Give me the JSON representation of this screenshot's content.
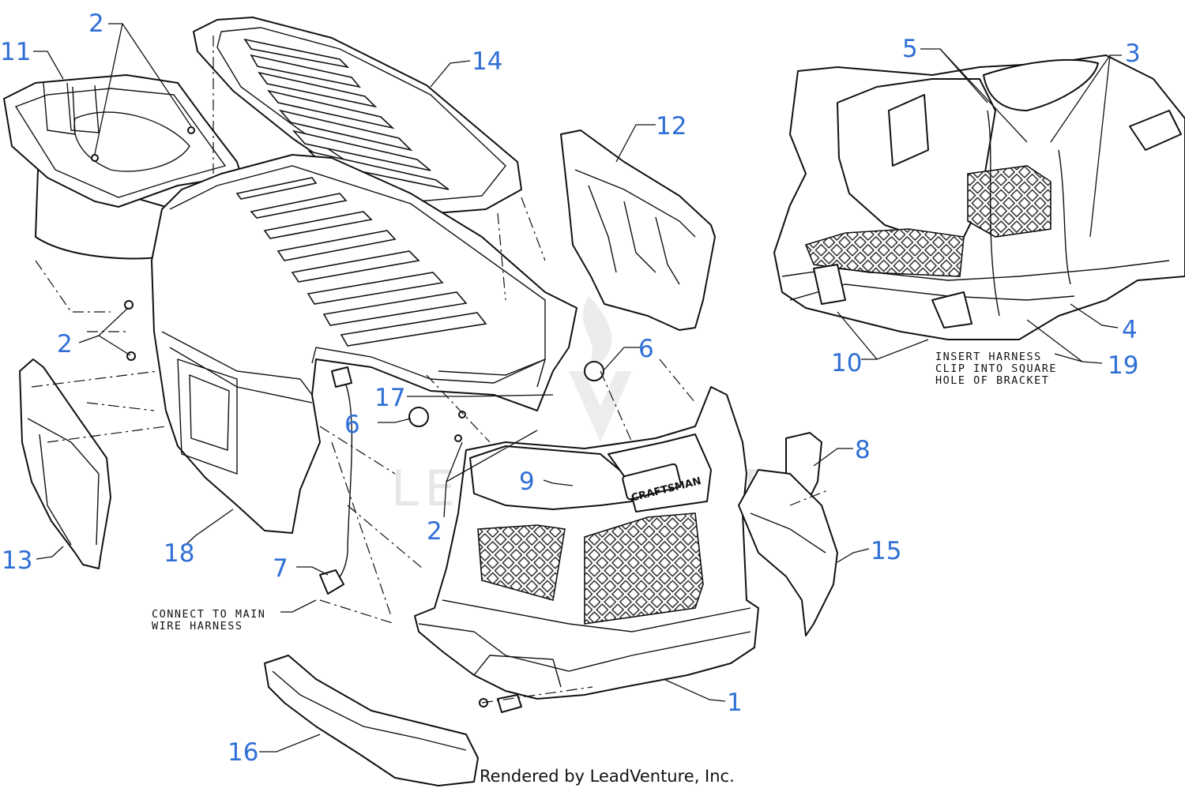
{
  "callouts": [
    {
      "id": "c1",
      "label": "1"
    },
    {
      "id": "c2a",
      "label": "2"
    },
    {
      "id": "c2b",
      "label": "2"
    },
    {
      "id": "c2c",
      "label": "2"
    },
    {
      "id": "c3",
      "label": "3"
    },
    {
      "id": "c4",
      "label": "4"
    },
    {
      "id": "c5",
      "label": "5"
    },
    {
      "id": "c6a",
      "label": "6"
    },
    {
      "id": "c6b",
      "label": "6"
    },
    {
      "id": "c7",
      "label": "7"
    },
    {
      "id": "c8",
      "label": "8"
    },
    {
      "id": "c9",
      "label": "9"
    },
    {
      "id": "c10",
      "label": "10"
    },
    {
      "id": "c11",
      "label": "11"
    },
    {
      "id": "c12",
      "label": "12"
    },
    {
      "id": "c13",
      "label": "13"
    },
    {
      "id": "c14",
      "label": "14"
    },
    {
      "id": "c15",
      "label": "15"
    },
    {
      "id": "c16",
      "label": "16"
    },
    {
      "id": "c17",
      "label": "17"
    },
    {
      "id": "c18",
      "label": "18"
    },
    {
      "id": "c19",
      "label": "19"
    }
  ],
  "notes": {
    "connect_line1": "CONNECT TO MAIN",
    "connect_line2": "WIRE HARNESS",
    "insert_line1": "INSERT HARNESS",
    "insert_line2": "CLIP INTO SQUARE",
    "insert_line3": "HOLE OF BRACKET"
  },
  "brand_badge": "CRAFTSMAN",
  "watermark": "LEADVENTURE",
  "footer": "Rendered by LeadVenture, Inc.",
  "colors": {
    "callout": "#2f6fd6",
    "line": "#111111"
  }
}
